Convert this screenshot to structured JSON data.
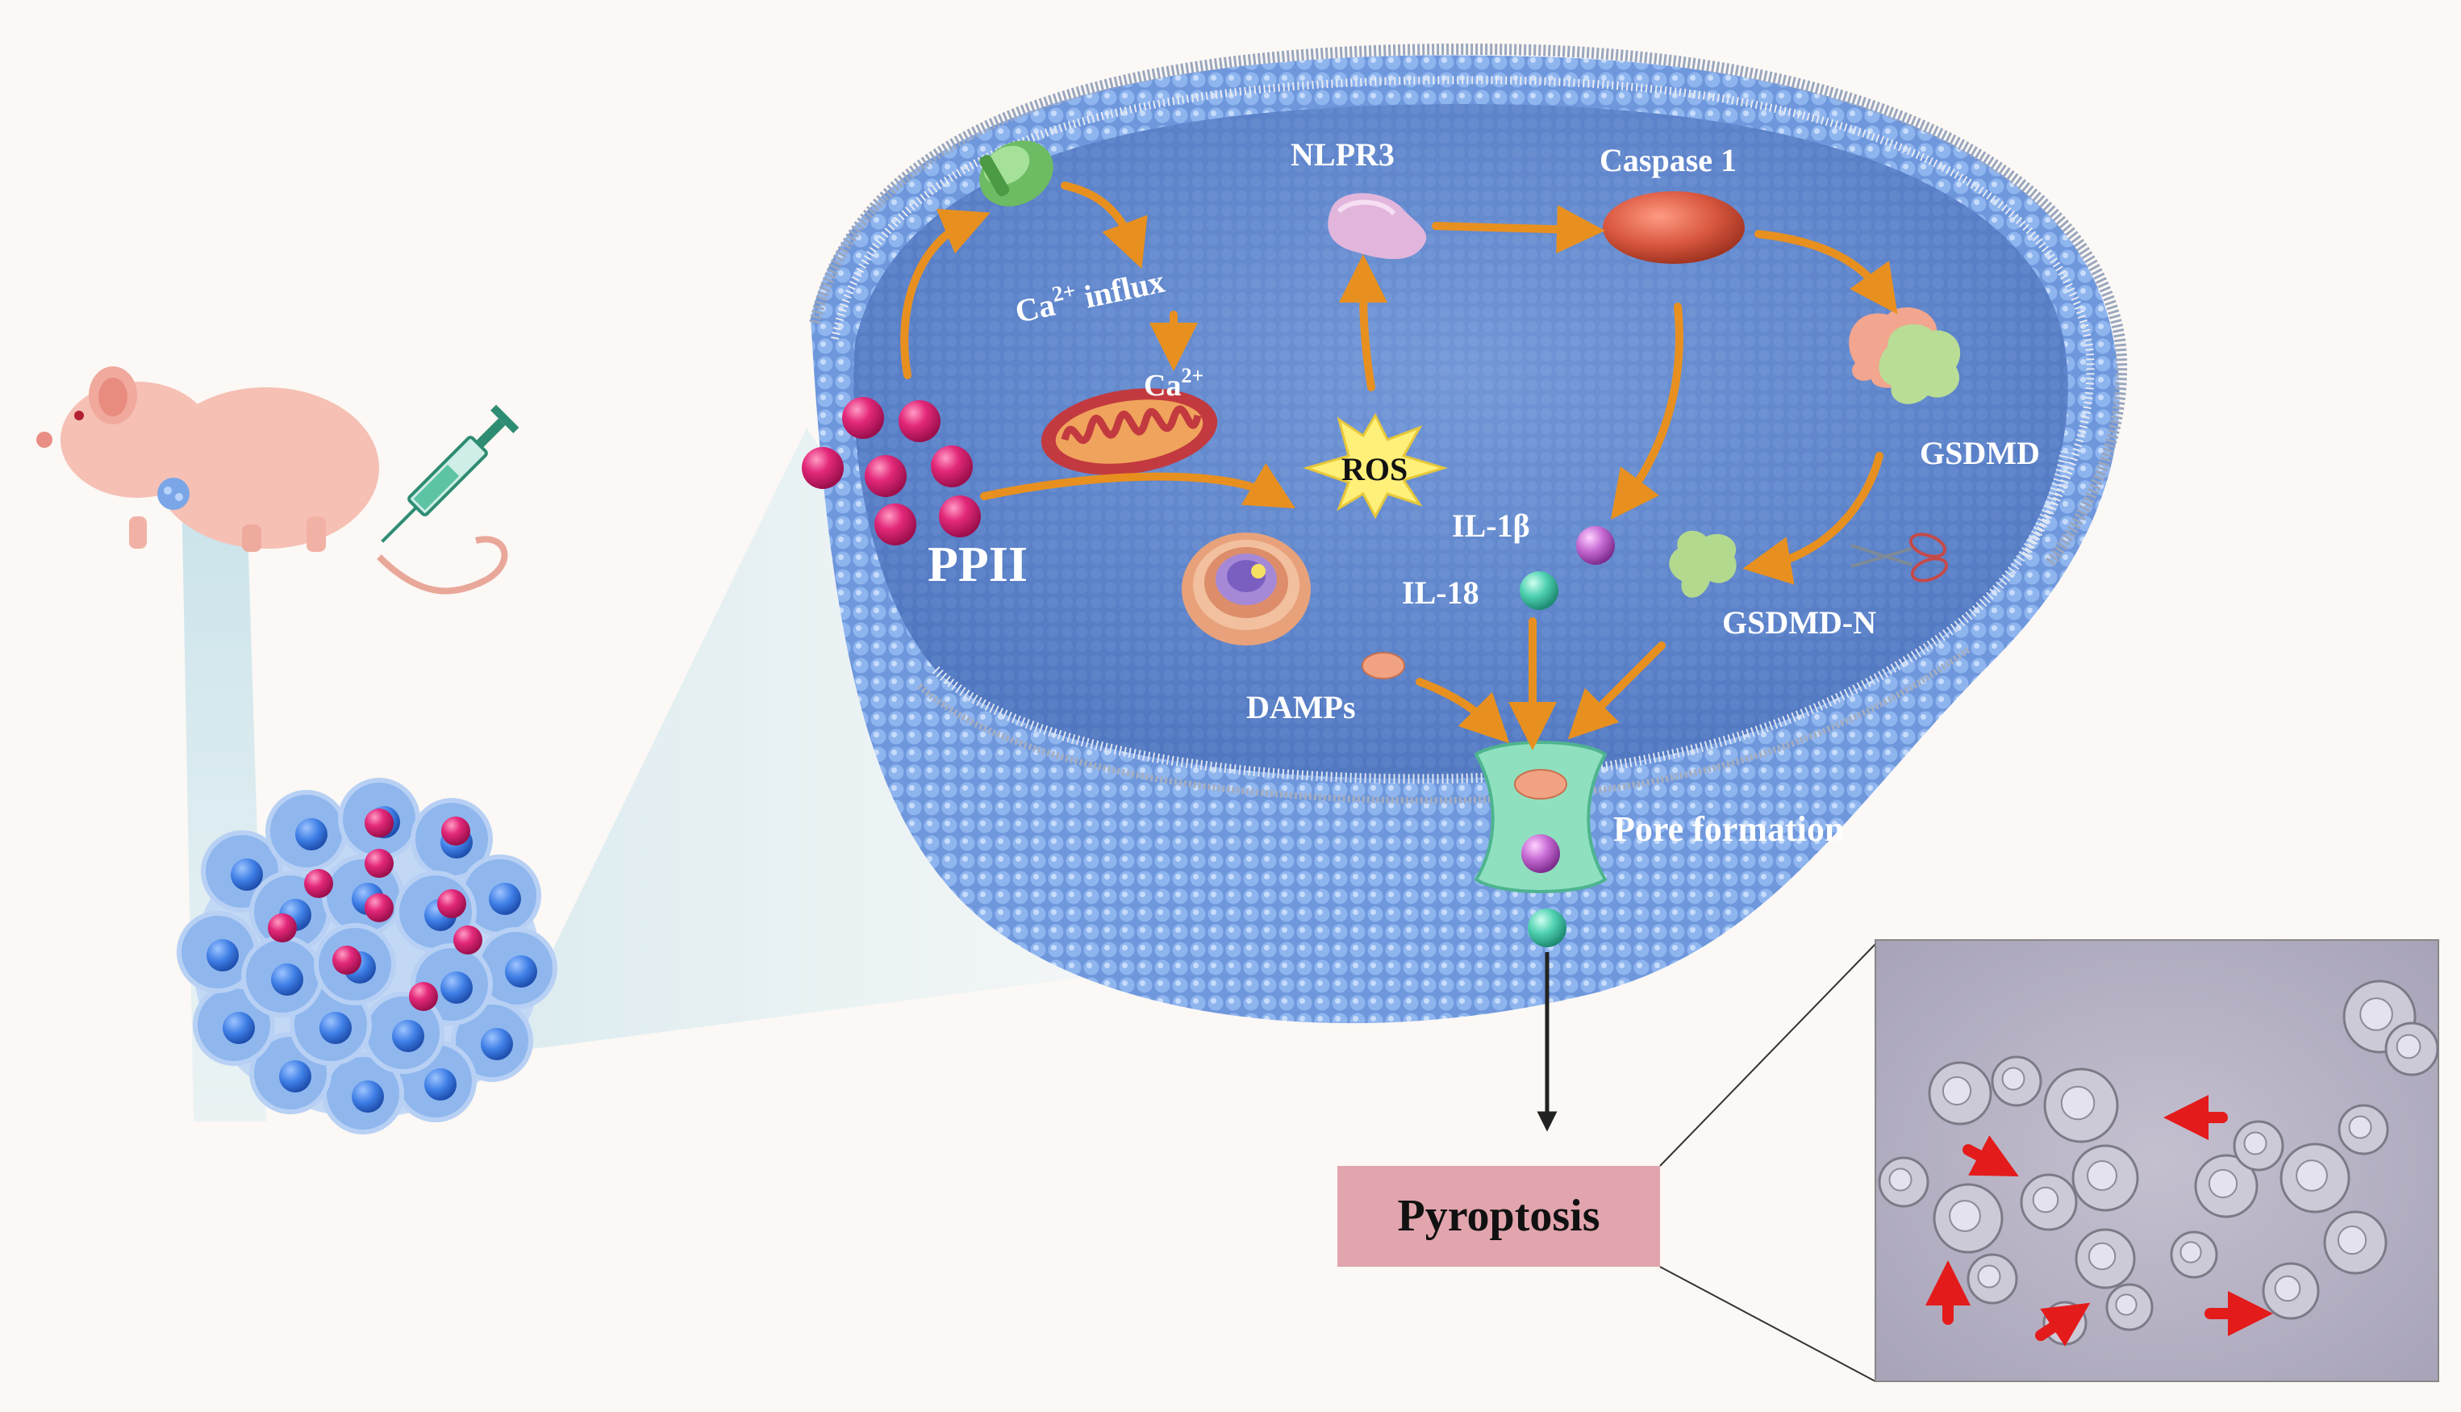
{
  "labels": {
    "ppii": "PPII",
    "ca_influx_prefix": "Ca",
    "ca_influx_sup": "2+",
    "ca_influx_suffix": " influx",
    "ca_prefix": "Ca",
    "ca_sup": "2+",
    "nlpr3": "NLPR3",
    "caspase1": "Caspase 1",
    "ros": "ROS",
    "gsdmd": "GSDMD",
    "gsdmd_n": "GSDMD-N",
    "il1b": "IL-1β",
    "il18": "IL-18",
    "damps": "DAMPs",
    "pore_formation": "Pore formation",
    "pyroptosis": "Pyroptosis"
  },
  "colors": {
    "arrow": "#e8901f",
    "membrane": "#7ea6e6",
    "membrane_dark": "#4e76c2",
    "nanoparticle": "#d8206a",
    "pyroptosis_box": "#e2a5ad",
    "label_white": "#ffffff"
  }
}
